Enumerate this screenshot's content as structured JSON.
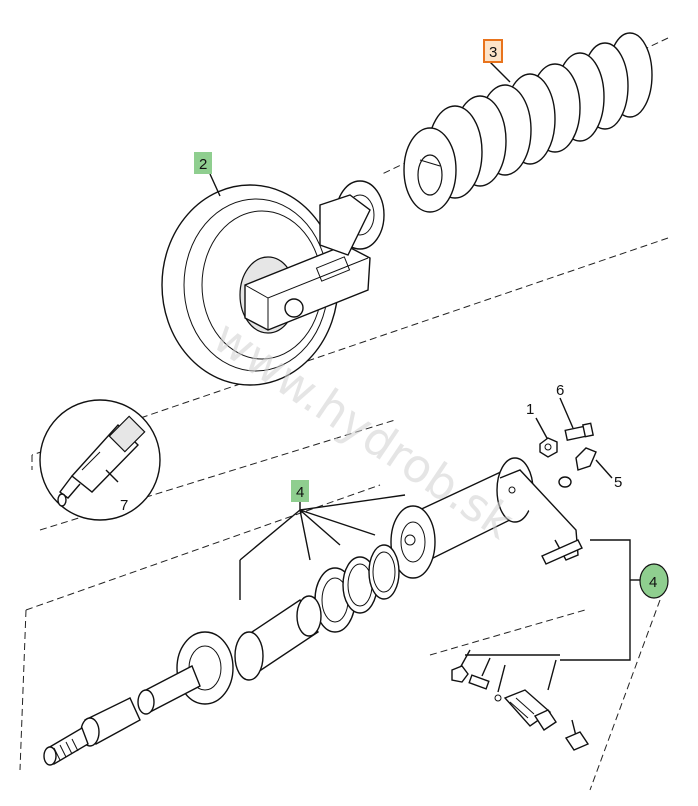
{
  "watermark": "www.hydrob.sk",
  "callouts": [
    {
      "id": "c3",
      "text": "3",
      "style": "orange"
    },
    {
      "id": "c2",
      "text": "2",
      "style": "green"
    },
    {
      "id": "c4a",
      "text": "4",
      "style": "green"
    },
    {
      "id": "c4b",
      "text": "4",
      "style": "green-circle"
    }
  ],
  "labels": [
    {
      "id": "l1",
      "text": "1"
    },
    {
      "id": "l5",
      "text": "5"
    },
    {
      "id": "l6",
      "text": "6"
    },
    {
      "id": "l7",
      "text": "7"
    }
  ],
  "colors": {
    "green_box": "#8fce8f",
    "orange_box_fill": "#fde3c8",
    "orange_box_border": "#e8731c",
    "line": "#111111"
  }
}
